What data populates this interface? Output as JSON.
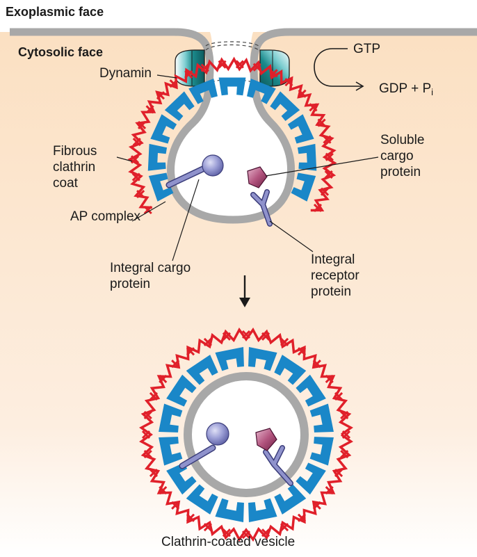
{
  "labels": {
    "exoplasmic": "Exoplasmic face",
    "cytosolic": "Cytosolic face",
    "dynamin": "Dynamin",
    "gtp": "GTP",
    "gdp": "GDP + P",
    "gdp_sub": "i",
    "fibrous_clathrin_coat": "Fibrous clathrin coat",
    "ap_complex": "AP complex",
    "integral_cargo": "Integral cargo protein",
    "soluble_cargo": "Soluble cargo protein",
    "integral_receptor": "Integral receptor protein",
    "caption": "Clathrin-coated vesicle"
  },
  "colors": {
    "cytosol": "#fbe2c6",
    "membrane": "#a8a8a8",
    "ap_complex": "#1a87c8",
    "clathrin": "#e0202a",
    "dynamin": "#1b8a8c",
    "cargo_protein": "#8f92cc",
    "soluble_cargo": "#a33d6b"
  },
  "icons": [
    "integral-cargo-icon",
    "soluble-cargo-icon",
    "receptor-icon",
    "dynamin-icon",
    "gtp-cycle-arrow-icon",
    "down-arrow-icon"
  ]
}
